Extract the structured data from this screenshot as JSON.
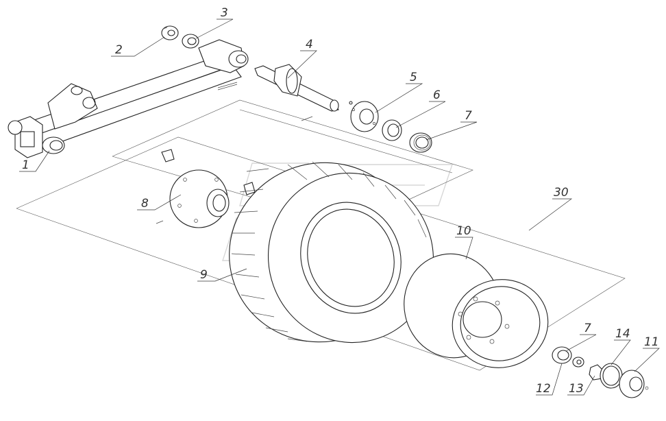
{
  "callouts": [
    {
      "id": "c1",
      "text": "1"
    },
    {
      "id": "c2",
      "text": "2"
    },
    {
      "id": "c3",
      "text": "3"
    },
    {
      "id": "c4",
      "text": "4"
    },
    {
      "id": "c5",
      "text": "5"
    },
    {
      "id": "c6",
      "text": "6"
    },
    {
      "id": "c7a",
      "text": "7"
    },
    {
      "id": "c8",
      "text": "8"
    },
    {
      "id": "c9",
      "text": "9"
    },
    {
      "id": "c10",
      "text": "10"
    },
    {
      "id": "c30",
      "text": "30"
    },
    {
      "id": "c7b",
      "text": "7"
    },
    {
      "id": "c14",
      "text": "14"
    },
    {
      "id": "c11",
      "text": "11"
    },
    {
      "id": "c12",
      "text": "12"
    },
    {
      "id": "c13",
      "text": "13"
    }
  ]
}
